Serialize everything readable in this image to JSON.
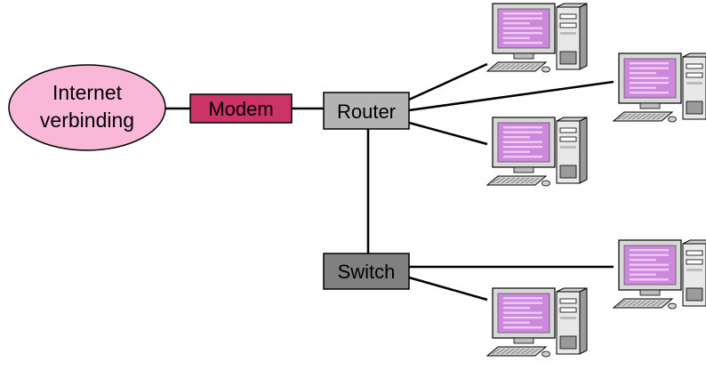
{
  "nodes": {
    "internet": {
      "line1": "Internet",
      "line2": "verbinding",
      "fill": "#F9B8D8"
    },
    "modem": {
      "label": "Modem",
      "fill": "#CC3366"
    },
    "router": {
      "label": "Router",
      "fill": "#B3B3B3"
    },
    "switch": {
      "label": "Switch",
      "fill": "#808080"
    }
  },
  "computers": [
    {
      "icon": "desktop-computer-icon",
      "connected_to": "router"
    },
    {
      "icon": "desktop-computer-icon",
      "connected_to": "router"
    },
    {
      "icon": "desktop-computer-icon",
      "connected_to": "router"
    },
    {
      "icon": "desktop-computer-icon",
      "connected_to": "switch"
    },
    {
      "icon": "desktop-computer-icon",
      "connected_to": "switch"
    }
  ],
  "colors": {
    "screen": "#CC88DD",
    "screen_stripe": "#F0C8F4",
    "case": "#E8E8E8",
    "case_side": "#9A9A9A"
  }
}
